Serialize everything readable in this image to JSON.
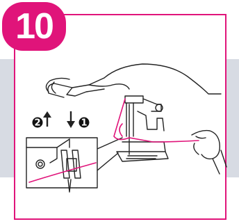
{
  "step": {
    "number": "10"
  },
  "annotations": {
    "up_marker": "2",
    "down_marker": "1"
  },
  "colors": {
    "accent": "#e0147a",
    "line": "#222222",
    "side_band": "#d7dbe3"
  },
  "icons": {
    "up": "arrow-up-icon",
    "down": "arrow-down-icon"
  }
}
